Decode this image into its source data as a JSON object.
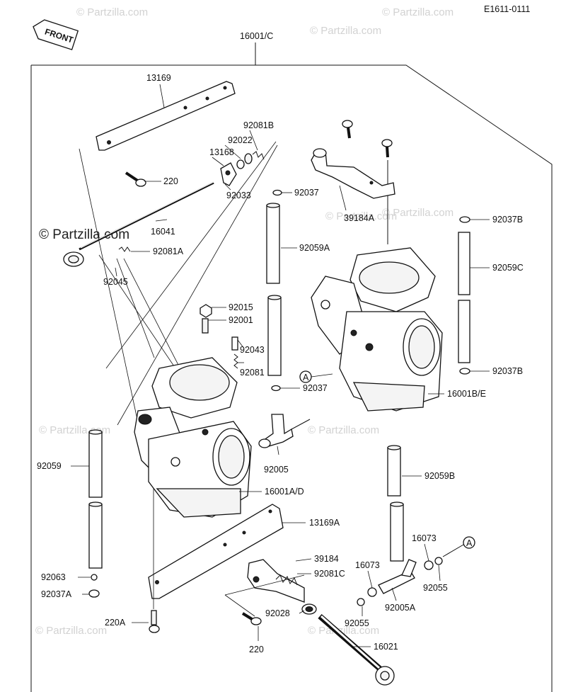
{
  "diagram_code": "E1611-0111",
  "front_label": "FRONT",
  "watermarks": {
    "main": "© Partzilla.com",
    "faint": "© Partzilla.com"
  },
  "labels": {
    "l16001C": "16001/C",
    "l13169": "13169",
    "l92081B": "92081B",
    "l92022": "92022",
    "l13168": "13168",
    "l220": "220",
    "l92033": "92033",
    "l92037": "92037",
    "l39184A": "39184A",
    "l16041": "16041",
    "l92081A": "92081A",
    "l92045": "92045",
    "l92059A": "92059A",
    "l92037B": "92037B",
    "l92059C": "92059C",
    "l92015": "92015",
    "l92001": "92001",
    "l92043": "92043",
    "l92081": "92081",
    "lA1": "A",
    "l92037_2": "92037",
    "l92037B_2": "92037B",
    "l16001BE": "16001B/E",
    "l92059": "92059",
    "l92005": "92005",
    "l92059B": "92059B",
    "l16001AD": "16001A/D",
    "l13169A": "13169A",
    "l39184": "39184",
    "l92081C": "92081C",
    "l16073a": "16073",
    "l16073b": "16073",
    "lA2": "A",
    "l92063": "92063",
    "l92037A": "92037A",
    "l92055a": "92055",
    "l92005A": "92005A",
    "l92055b": "92055",
    "l220A": "220A",
    "l92028": "92028",
    "l220b": "220",
    "l16021": "16021"
  }
}
